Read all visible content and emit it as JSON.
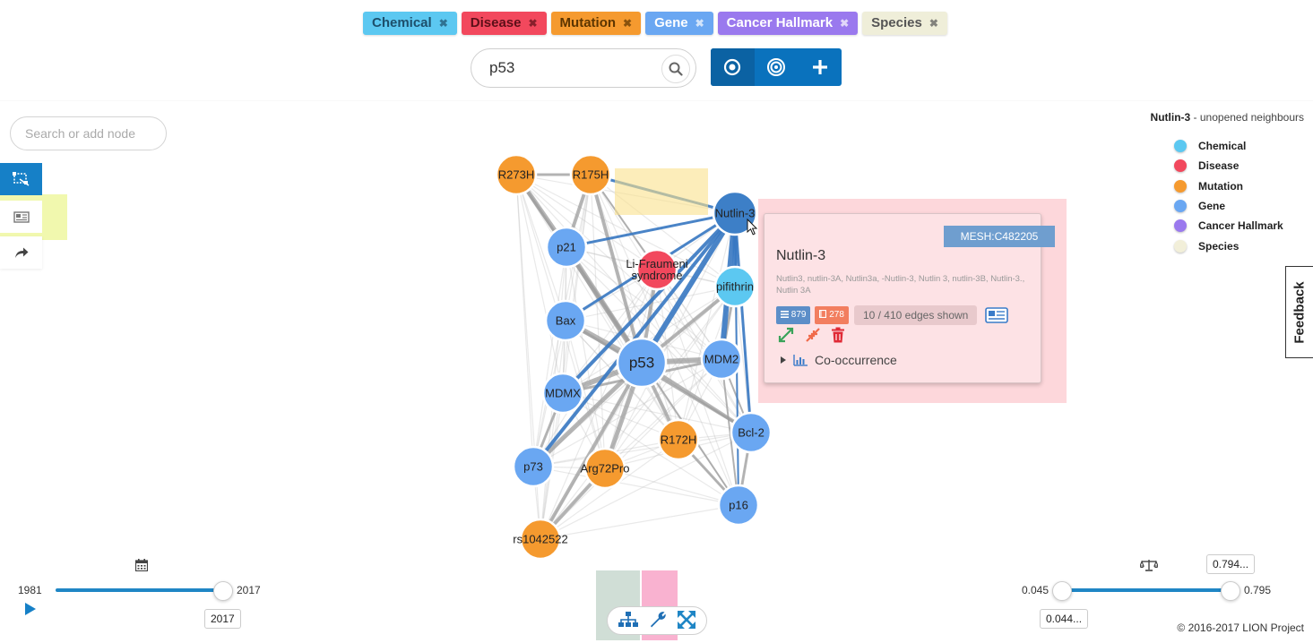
{
  "filters": [
    {
      "label": "Chemical",
      "bg": "#5cc8f1",
      "fg": "#1d4f6b"
    },
    {
      "label": "Disease",
      "bg": "#f2485d",
      "fg": "#5c0f18"
    },
    {
      "label": "Mutation",
      "bg": "#f59a2f",
      "fg": "#5c3500"
    },
    {
      "label": "Gene",
      "bg": "#6aa7f2",
      "fg": "#ffffff"
    },
    {
      "label": "Cancer Hallmark",
      "bg": "#9a79ee",
      "fg": "#ffffff"
    },
    {
      "label": "Species",
      "bg": "#efeed9",
      "fg": "#555555"
    }
  ],
  "search": {
    "value": "p53"
  },
  "node_search": {
    "placeholder": "Search or add node"
  },
  "legend": {
    "title_node": "Nutlin-3",
    "title_suffix": " - unopened neighbours",
    "items": [
      {
        "label": "Chemical",
        "color": "#5cc8f1"
      },
      {
        "label": "Disease",
        "color": "#f2485d"
      },
      {
        "label": "Mutation",
        "color": "#f59a2f"
      },
      {
        "label": "Gene",
        "color": "#6aa7f2"
      },
      {
        "label": "Cancer Hallmark",
        "color": "#9a79ee"
      },
      {
        "label": "Species",
        "color": "#f2efd9"
      }
    ]
  },
  "nodes": [
    {
      "id": "R273H",
      "label": "R273H",
      "type": "Mutation"
    },
    {
      "id": "R175H",
      "label": "R175H",
      "type": "Mutation"
    },
    {
      "id": "Nutlin-3",
      "label": "Nutlin-3",
      "type": "Selected"
    },
    {
      "id": "p21",
      "label": "p21",
      "type": "Gene"
    },
    {
      "id": "LFS",
      "label": "Li-Fraumeni syndrome",
      "type": "Disease"
    },
    {
      "id": "pifithrin",
      "label": "pifithrin",
      "type": "Chemical"
    },
    {
      "id": "Bax",
      "label": "Bax",
      "type": "Gene"
    },
    {
      "id": "p53",
      "label": "p53",
      "type": "Gene"
    },
    {
      "id": "MDM2",
      "label": "MDM2",
      "type": "Gene"
    },
    {
      "id": "MDMX",
      "label": "MDMX",
      "type": "Gene"
    },
    {
      "id": "R172H",
      "label": "R172H",
      "type": "Mutation"
    },
    {
      "id": "Bcl-2",
      "label": "Bcl-2",
      "type": "Gene"
    },
    {
      "id": "p73",
      "label": "p73",
      "type": "Gene"
    },
    {
      "id": "Arg72Pro",
      "label": "Arg72Pro",
      "type": "Mutation"
    },
    {
      "id": "p16",
      "label": "p16",
      "type": "Gene"
    },
    {
      "id": "rs1042522",
      "label": "rs1042522",
      "type": "Mutation"
    }
  ],
  "popup": {
    "mesh": "MESH:C482205",
    "title": "Nutlin-3",
    "synonyms": "Nutlin3, nutlin-3A, Nutlin3a, -Nutlin-3, Nutlin 3, nutlin-3B, Nutlin-3., Nutlin 3A",
    "count_a": "879",
    "count_b": "278",
    "edges_shown": "10 / 410 edges shown",
    "cooccurrence": "Co-occurrence"
  },
  "feedback": "Feedback",
  "time_slider": {
    "min": "1981",
    "max": "2017",
    "value": "2017"
  },
  "score_slider": {
    "min": "0.045",
    "max": "0.795",
    "value_low": "0.044...",
    "value_high": "0.794..."
  },
  "copyright": "© 2016-2017 LION Project"
}
